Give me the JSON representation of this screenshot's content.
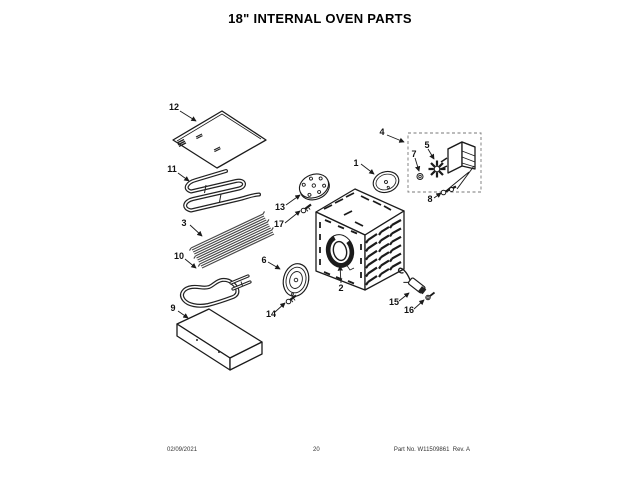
{
  "title": "18\" INTERNAL OVEN PARTS",
  "footer": {
    "date": "02/09/2021",
    "page": "20",
    "part_info": "Part No. W11509861  Rev. A"
  },
  "callouts": {
    "c1": "1",
    "c2": "2",
    "c3": "3",
    "c4": "4",
    "c5": "5",
    "c6": "6",
    "c7": "7",
    "c8": "8",
    "c9": "9",
    "c10": "10",
    "c11": "11",
    "c12": "12",
    "c13": "13",
    "c14": "14",
    "c15": "15",
    "c16": "16",
    "c17": "17"
  },
  "colors": {
    "ink": "#1b1b1b",
    "background": "#ffffff"
  }
}
